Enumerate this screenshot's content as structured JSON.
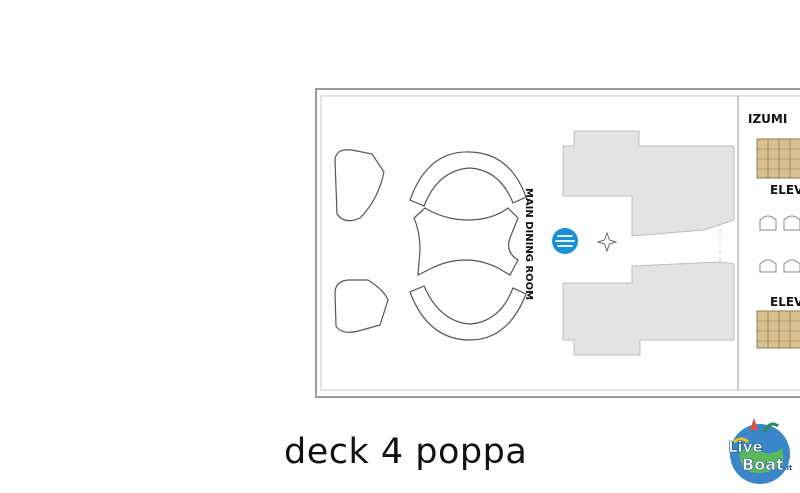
{
  "map": {
    "labels": {
      "main_dining": "MAIN DINING ROOM",
      "izumi": "IZUMI",
      "elevator_top": "ELEV",
      "elevator_bottom": "ELEV"
    },
    "icons": {
      "dining": "dining-fork-knife-icon",
      "compass": "compass-star-icon"
    }
  },
  "caption": "deck 4 poppa",
  "logo": {
    "line1": "Live",
    "line2": "Boat",
    "suffix": ".it"
  },
  "colors": {
    "hull_outline": "#9a9a9a",
    "venue_fill": "#e3e3e3",
    "stair_fill": "#d8c18e",
    "dining_icon": "#1b8fd6"
  }
}
